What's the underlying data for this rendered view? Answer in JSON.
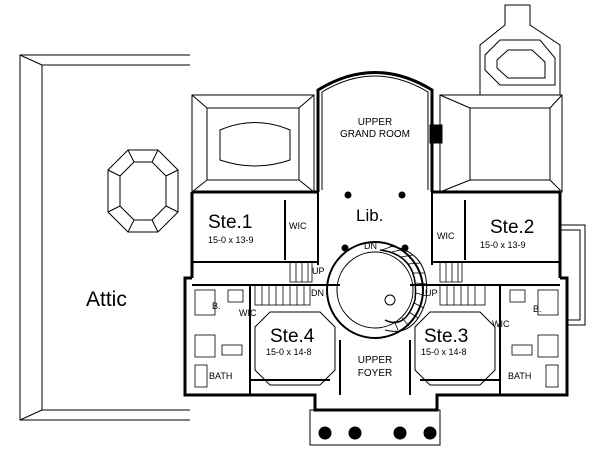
{
  "plan": {
    "rooms": {
      "attic": "Attic",
      "grand_room": "UPPER\nGRAND ROOM",
      "grand_room_line1": "UPPER",
      "grand_room_line2": "GRAND ROOM",
      "library": "Lib.",
      "foyer_line1": "UPPER",
      "foyer_line2": "FOYER",
      "ste1": {
        "name": "Ste.1",
        "dims": "15-0 x 13-9"
      },
      "ste2": {
        "name": "Ste.2",
        "dims": "15-0 x 13-9"
      },
      "ste3": {
        "name": "Ste.3",
        "dims": "15-0 x 14-8"
      },
      "ste4": {
        "name": "Ste.4",
        "dims": "15-0 x 14-8"
      }
    },
    "labels": {
      "wic_ste1": "WIC",
      "wic_ste2": "WIC",
      "wic_ste4": "WIC",
      "wic_ste3": "WIC",
      "up_left": "UP",
      "dn_left": "DN",
      "up_right": "UP",
      "dn_top": "DN",
      "bath_left": "BATH",
      "bath_right": "BATH",
      "b_left": "B.",
      "b_right": "B."
    }
  }
}
